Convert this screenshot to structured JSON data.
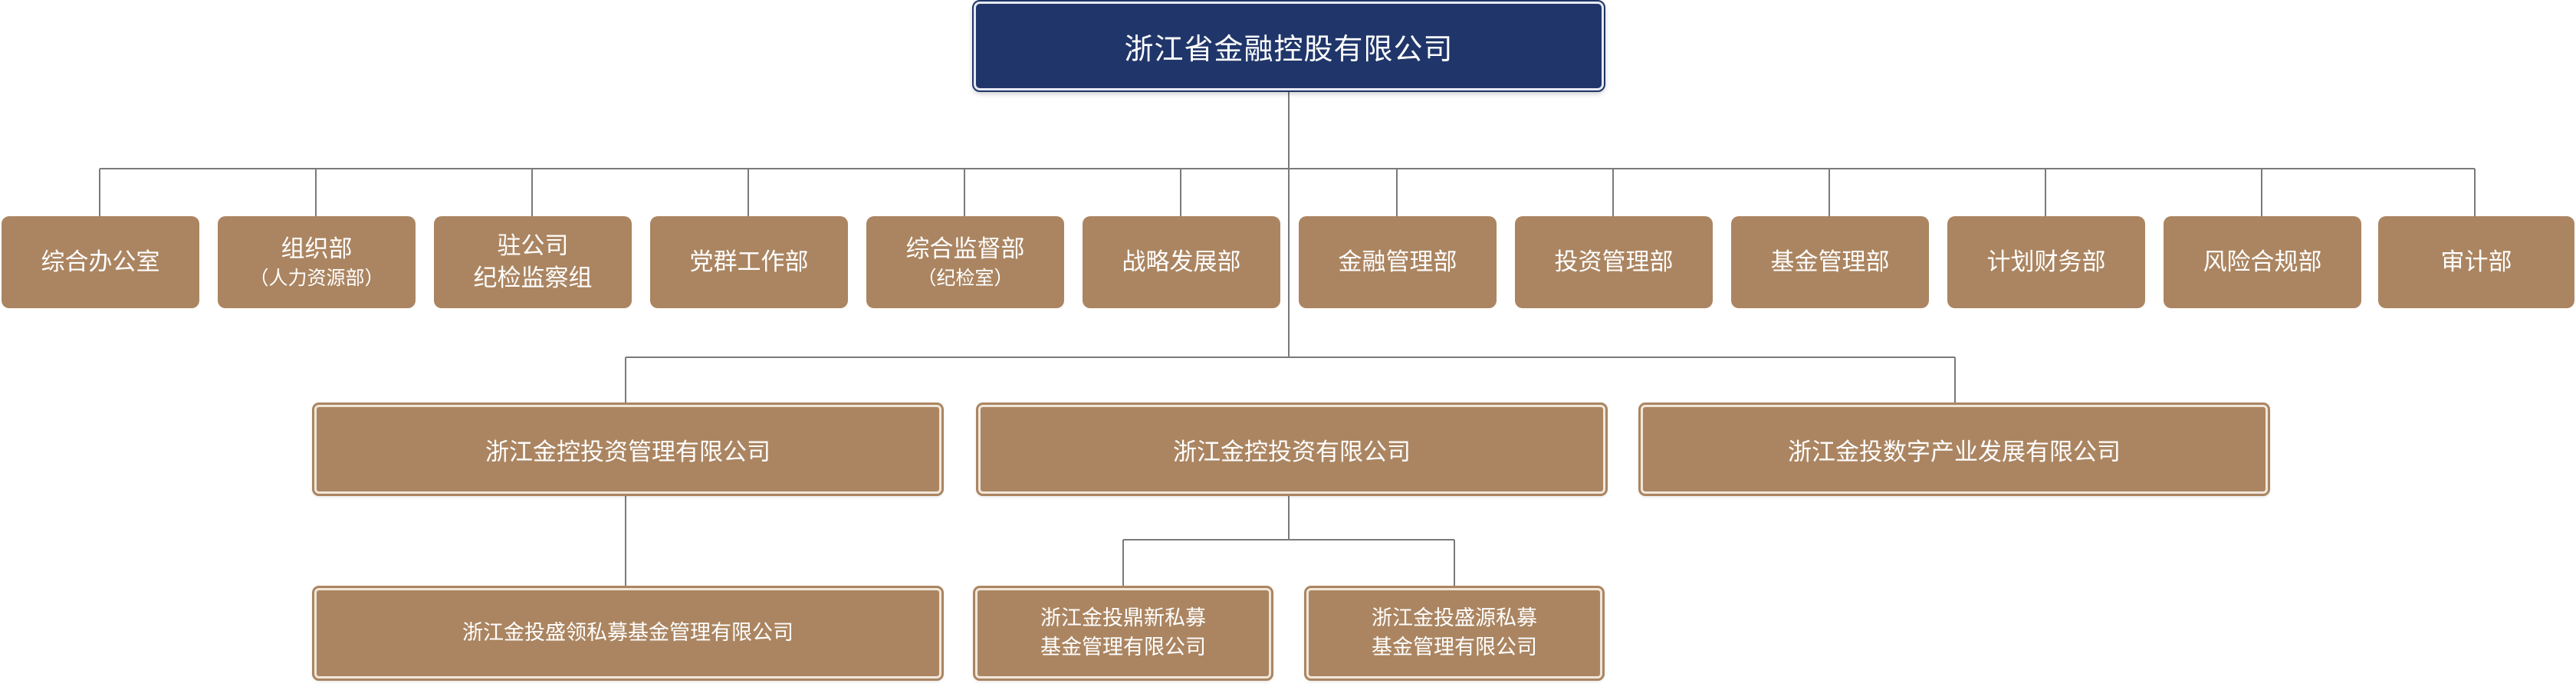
{
  "org": {
    "root": "浙江省金融控股有限公司",
    "departments": [
      {
        "name": "综合办公室",
        "sub": ""
      },
      {
        "name": "组织部",
        "sub": "（人力资源部）"
      },
      {
        "name": "驻公司",
        "name2": "纪检监察组",
        "sub": ""
      },
      {
        "name": "党群工作部",
        "sub": ""
      },
      {
        "name": "综合监督部",
        "sub": "（纪检室）"
      },
      {
        "name": "战略发展部",
        "sub": ""
      },
      {
        "name": "金融管理部",
        "sub": ""
      },
      {
        "name": "投资管理部",
        "sub": ""
      },
      {
        "name": "基金管理部",
        "sub": ""
      },
      {
        "name": "计划财务部",
        "sub": ""
      },
      {
        "name": "风险合规部",
        "sub": ""
      },
      {
        "name": "审计部",
        "sub": ""
      }
    ],
    "subsidiaries": [
      {
        "name": "浙江金控投资管理有限公司"
      },
      {
        "name": "浙江金控投资有限公司"
      },
      {
        "name": "浙江金投数字产业发展有限公司"
      }
    ],
    "funds": [
      {
        "line1": "浙江金投盛领私募基金管理有限公司",
        "line2": ""
      },
      {
        "line1": "浙江金投鼎新私募",
        "line2": "基金管理有限公司"
      },
      {
        "line1": "浙江金投盛源私募",
        "line2": "基金管理有限公司"
      }
    ]
  },
  "colors": {
    "root_fill": "#20366a",
    "box_fill": "#ab8561",
    "connector": "#7a7a7a"
  }
}
